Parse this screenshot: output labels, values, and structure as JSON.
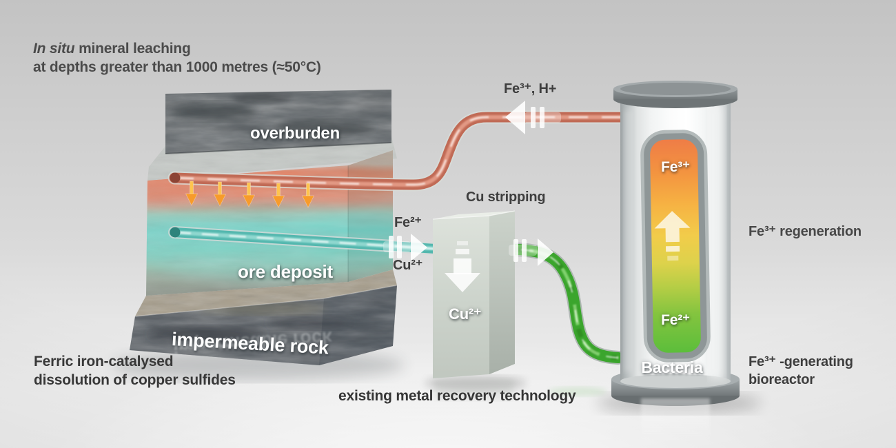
{
  "title": {
    "line1_italic": "In situ",
    "line1_rest": " mineral leaching",
    "line2": "at depths greater than 1000 metres (≈50°C)"
  },
  "rock_labels": {
    "overburden": "overburden",
    "ore_deposit": "ore deposit",
    "impermeable_rock": "impermeable rock"
  },
  "flow_labels": {
    "return_pipe": "Fe³⁺, H+",
    "outflow_top": "Fe²⁺",
    "outflow_bottom": "Cu²⁺"
  },
  "strip_box": {
    "title": "Cu stripping",
    "content": "Cu²⁺"
  },
  "bioreactor": {
    "window_top": "Fe³⁺",
    "window_bottom": "Fe²⁺",
    "vessel_label": "Bacteria",
    "process_label": "Fe³⁺ regeneration",
    "caption_line1": "Fe³⁺ -generating",
    "caption_line2": "bioreactor"
  },
  "captions": {
    "rock_line1": "Ferric iron-catalysed",
    "rock_line2": "dissolution of copper sulfides",
    "box": "existing metal recovery technology"
  },
  "palette": {
    "red_pipe": "#c06a55",
    "teal_pipe": "#53b7ae",
    "green_pipe": "#3ba52d",
    "drip_arrow": "#f79b2b",
    "window_top_color": "#ef7e46",
    "window_bottom_color": "#5dbe3b",
    "text_dark": "#3e3e3e",
    "label_white": "#ffffff"
  }
}
